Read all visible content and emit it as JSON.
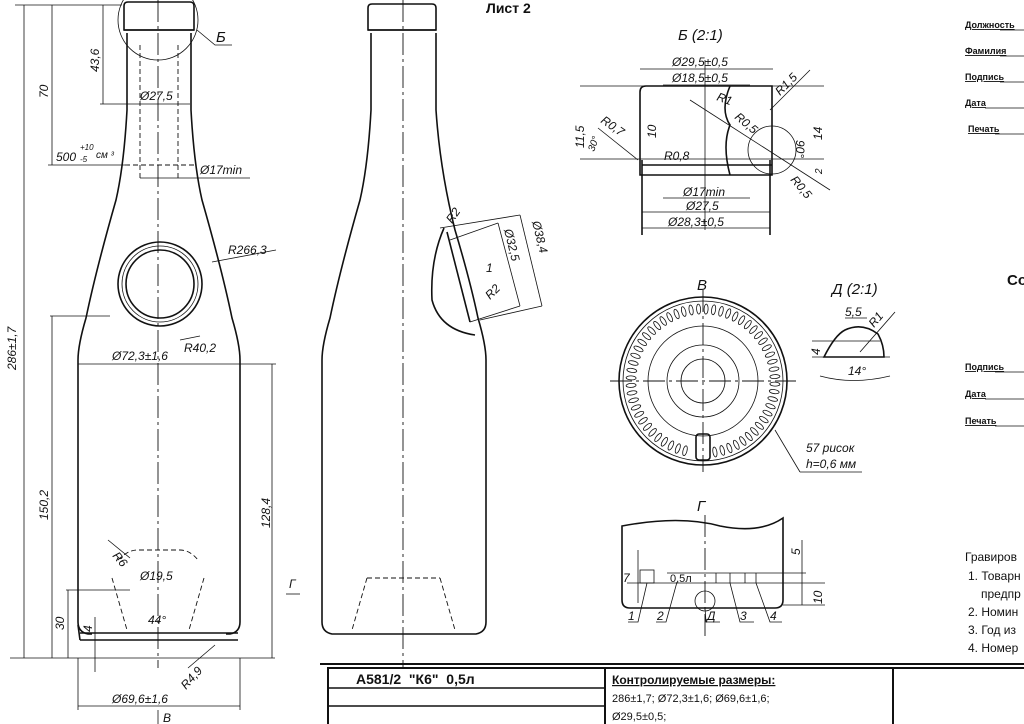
{
  "sheet_title": "Лист 2",
  "bottle_front": {
    "callout_detail": "Б",
    "dims": {
      "height_total": "286±1,7",
      "height_70": "70",
      "height_43_6": "43,6",
      "volume": "500",
      "volume_tol_plus": "+10",
      "volume_tol_minus": "-5",
      "volume_unit": "см ³",
      "neck_d": "Ø27,5",
      "bore_min": "Ø17min",
      "shoulder_r": "R266,3",
      "body_d": "Ø72,3±1,6",
      "body_r": "R40,2",
      "h150": "150,2",
      "h128": "128,4",
      "push_r": "R6",
      "push_d": "Ø19,5",
      "push_angle": "44°",
      "h30": "30",
      "h4": "4",
      "base_r": "R4,9",
      "base_d": "Ø69,6±1,6",
      "view_b": "В",
      "view_g": "Г"
    }
  },
  "bottle_side": {
    "dims": {
      "r2_top": "R2",
      "t1": "1",
      "d32": "Ø32,5",
      "d38": "Ø38,4",
      "r2_bot": "R2"
    }
  },
  "detail_b": {
    "title": "Б (2:1)",
    "dims": [
      "Ø29,5±0,5",
      "Ø18,5±0,5",
      "R1",
      "R1,5",
      "R0,5",
      "11,5",
      "R0,7",
      "30°",
      "10",
      "R0,8",
      "14",
      "90°",
      "2",
      "R0,5",
      "Ø17min",
      "Ø27,5",
      "Ø28,3±0,5"
    ]
  },
  "view_v": {
    "title": "В",
    "note_line1": "57 рисок",
    "note_line2": "h=0,6 мм",
    "notch_count": 57
  },
  "detail_d": {
    "title": "Д (2:1)",
    "dims": [
      "5,5",
      "R1",
      "4",
      "14°"
    ]
  },
  "view_g": {
    "title": "Г",
    "engraving": "0,5л",
    "dims": [
      "5",
      "10",
      "7"
    ],
    "callouts": [
      "1",
      "2",
      "Д",
      "3",
      "4"
    ]
  },
  "approval_top": {
    "labels": [
      "Должность",
      "Фамилия",
      "Подпись",
      "Дата",
      "Печать"
    ]
  },
  "approval_heading": "Со",
  "approval_bottom": {
    "labels": [
      "Подпись",
      "Дата",
      "Печать"
    ]
  },
  "engraving_notes": {
    "heading": "Гравиров",
    "items": [
      "1. Товарн",
      "предпр",
      "2. Номин",
      "3. Год из",
      "4. Номер"
    ]
  },
  "title_block": {
    "name": "А581/2  \"К6\"  0,5л",
    "controlled_heading": "Контролируемые размеры:",
    "controlled_line1": "286±1,7; Ø72,3±1,6; Ø69,6±1,6;",
    "controlled_line2": "Ø29,5±0,5;"
  }
}
